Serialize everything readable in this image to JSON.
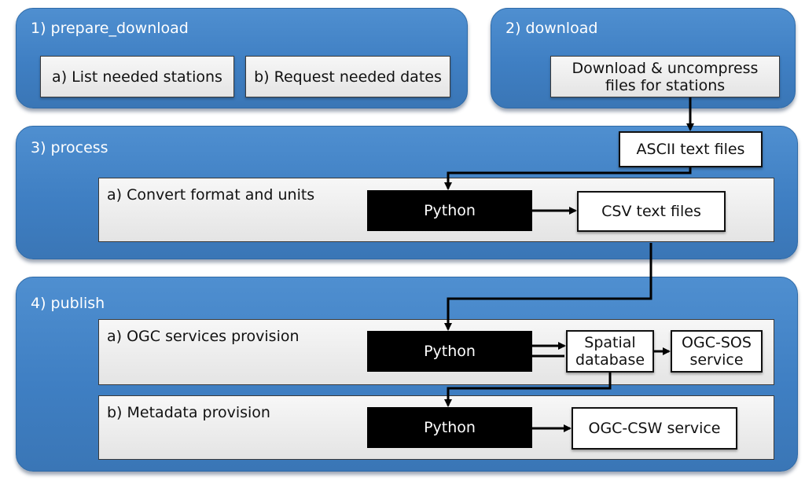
{
  "phases": {
    "prepare_download": {
      "title": "1) prepare_download",
      "steps": [
        "a) List needed stations",
        "b) Request needed dates"
      ]
    },
    "download": {
      "title": "2) download",
      "step": "Download & uncompress files for stations"
    },
    "process": {
      "title": "3) process",
      "input": "ASCII text files",
      "row_label": "a) Convert format and units",
      "processor": "Python",
      "output": "CSV text files"
    },
    "publish": {
      "title": "4) publish",
      "rows": [
        {
          "label": "a) OGC services provision",
          "processor": "Python",
          "database": "Spatial database",
          "service": "OGC-SOS service"
        },
        {
          "label": "b) Metadata provision",
          "processor": "Python",
          "service": "OGC-CSW service"
        }
      ]
    }
  },
  "colors": {
    "panel": "#4483c8",
    "panel_border": "#2f6aa6",
    "row": "#e8e8e8",
    "processor": "#000000",
    "arrow": "#000000"
  }
}
